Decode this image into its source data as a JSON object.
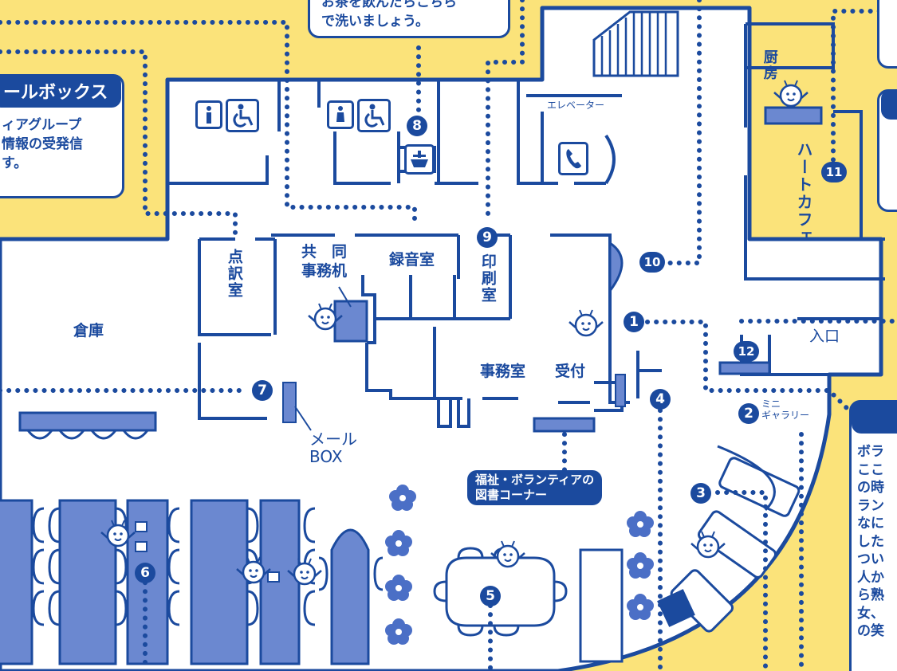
{
  "rooms": {
    "storage": "倉庫",
    "braille": "点訳室",
    "office_machine": "共　同\n事務机",
    "recording": "録音室",
    "printing": "印刷室",
    "office": "事務室",
    "reception": "受付",
    "elevator": "エレベーター",
    "kitchen": "厨房",
    "heart_cafe": "ハートカフェ",
    "entrance": "入口",
    "mini_gallery": "ミニ\nギャラリー",
    "mail_box": "メール\nBOX"
  },
  "callouts": {
    "top_note": "お茶を飲んだらこちら\nで洗いましょう。",
    "mailbox_title": "ールボックス",
    "mailbox_body": "ィアグループ\n情報の受発信\nす。",
    "library": "福祉・ボランティアの\n図書コーナー",
    "right_text": "ボラ\nここ\nの時\nラン\nなに\nした\nつい\n人か\nら熟\n女、\nの笑"
  },
  "markers": [
    "1",
    "2",
    "3",
    "4",
    "5",
    "6",
    "7",
    "8",
    "9",
    "10",
    "11",
    "12"
  ],
  "colors": {
    "primary": "#1b4a9e",
    "background": "#fbe37a",
    "floor": "#ffffff",
    "fill": "#6b88d0"
  },
  "icons": [
    "restroom-icon",
    "wheelchair-icon",
    "telephone-icon",
    "sink-icon",
    "flower-icon",
    "mascot-icon"
  ]
}
